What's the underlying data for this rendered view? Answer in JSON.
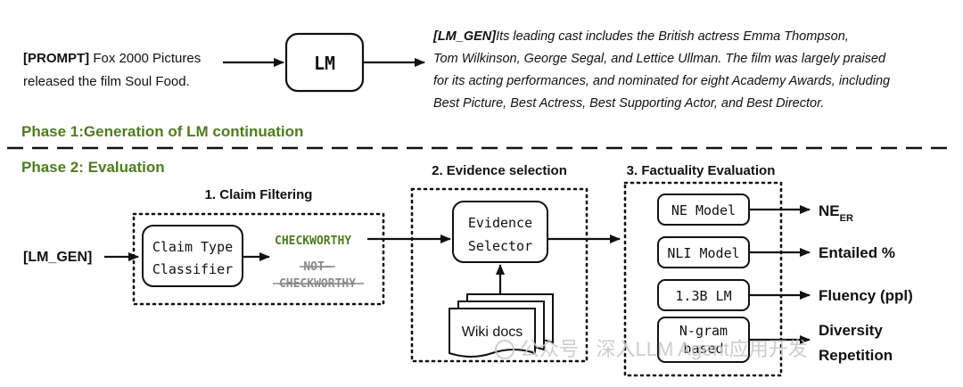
{
  "colors": {
    "phase_green": "#4e7d1b",
    "checkworthy_green": "#4e7d1b",
    "not_checkworthy_gray": "#8a8a8a",
    "ink": "#111111",
    "watermark": "#c8c8c8"
  },
  "phase1": {
    "prompt_tag": "[PROMPT]",
    "prompt_line1": "Fox 2000 Pictures",
    "prompt_line2": "released the film Soul Food.",
    "lm_label": "LM",
    "gen_tag": "[LM_GEN]",
    "gen_line1": "Its leading cast includes the British actress Emma Thompson,",
    "gen_line2": "Tom Wilkinson, George Segal, and Lettice Ullman. The film was largely praised",
    "gen_line3": "for its acting performances, and nominated for eight Academy Awards, including",
    "gen_line4": "Best Picture, Best Actress, Best Supporting Actor, and Best Director.",
    "title": "Phase 1:Generation of LM continuation"
  },
  "phase2": {
    "title": "Phase 2: Evaluation",
    "input_label": "[LM_GEN]",
    "claim_filtering": {
      "title": "1. Claim Filtering",
      "classifier_line1": "Claim Type",
      "classifier_line2": "Classifier",
      "checkworthy": "CHECKWORTHY",
      "not_line1": "NOT-",
      "not_line2": "CHECKWORTHY"
    },
    "evidence": {
      "title": "2. Evidence selection",
      "selector_line1": "Evidence",
      "selector_line2": "Selector",
      "wiki": "Wiki docs"
    },
    "factuality": {
      "title": "3. Factuality Evaluation",
      "models": [
        {
          "line1": "NE Model",
          "line2": "",
          "output": "NE",
          "output_sub": "ER",
          "output2": ""
        },
        {
          "line1": "NLI Model",
          "line2": "",
          "output": "Entailed %",
          "output_sub": "",
          "output2": ""
        },
        {
          "line1": "1.3B LM",
          "line2": "",
          "output": "Fluency (ppl)",
          "output_sub": "",
          "output2": ""
        },
        {
          "line1": "N-gram",
          "line2": "based",
          "output": "Diversity",
          "output_sub": "",
          "output2": "Repetition"
        }
      ]
    }
  },
  "watermark": {
    "text": "公众号 · 深入LLM Agent应用开发"
  }
}
